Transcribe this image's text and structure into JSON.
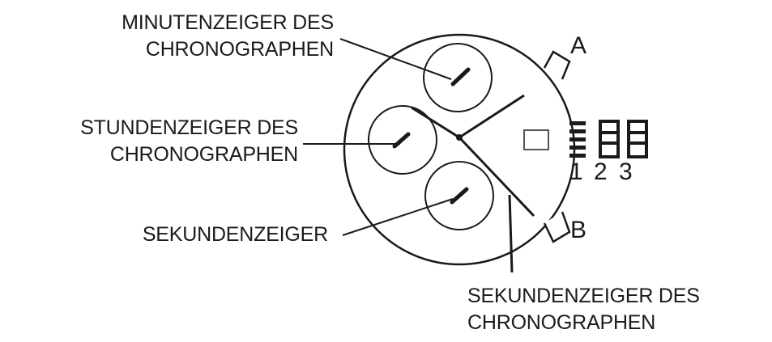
{
  "labels": {
    "minute_line1": "MINUTENZEIGER DES",
    "minute_line2": "CHRONOGRAPHEN",
    "hour_line1": "STUNDENZEIGER DES",
    "hour_line2": "CHRONOGRAPHEN",
    "seconds": "SEKUNDENZEIGER",
    "chrono_seconds_line1": "SEKUNDENZEIGER DES",
    "chrono_seconds_line2": "CHRONOGRAPHEN"
  },
  "buttons": {
    "a": "A",
    "b": "B"
  },
  "crown_positions": [
    "1",
    "2",
    "3"
  ],
  "colors": {
    "ink": "#1a1a1a",
    "background": "#ffffff"
  }
}
